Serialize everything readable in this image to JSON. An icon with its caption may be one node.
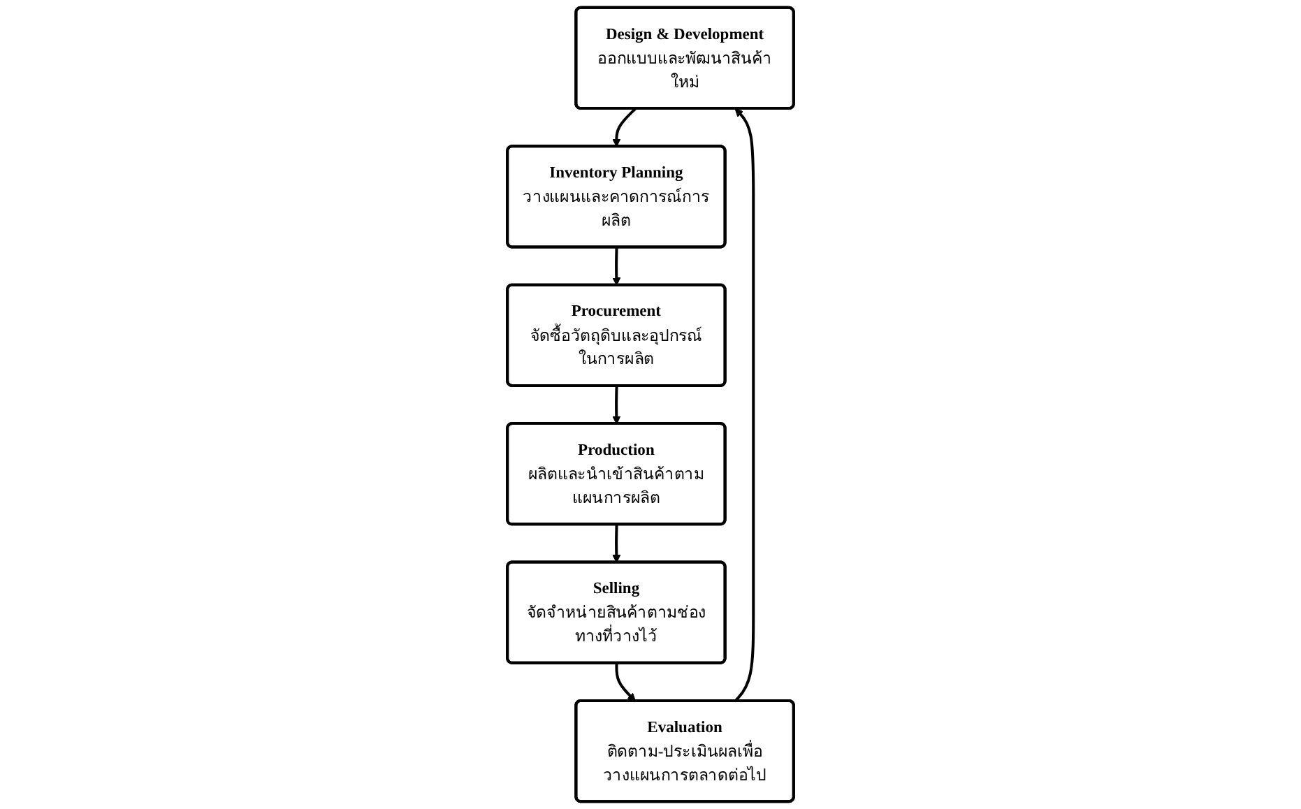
{
  "diagram": {
    "nodes": [
      {
        "text": [
          "Design & Development",
          "ออกแบบและพัฒนาสินค้าใหม่"
        ]
      },
      {
        "text": [
          "Inventory Planning",
          "วางแผนและคาดการณ์การผลิต"
        ]
      },
      {
        "text": [
          "Procurement",
          "จัดซื้อวัตถุดิบและอุปกรณ์ในการผลิต"
        ]
      },
      {
        "text": [
          "Production",
          "ผลิตและนำเข้าสินค้าตามแผนการผลิต"
        ]
      },
      {
        "text": [
          "Selling",
          "จัดจำหน่ายสินค้าตามช่องทางที่วางไว้"
        ]
      },
      {
        "text": [
          "Evaluation",
          "ติดตาม-ประเมินผลเพื่อวางแผนการตลาดต่อไป"
        ]
      }
    ],
    "edges": [
      {
        "from": 0,
        "to": 1,
        "arrow": "to"
      },
      {
        "from": 1,
        "to": 2,
        "arrow": "to"
      },
      {
        "from": 2,
        "to": 3,
        "arrow": "to"
      },
      {
        "from": 3,
        "to": 4,
        "arrow": "to"
      },
      {
        "from": 4,
        "to": 5,
        "arrow": "to"
      },
      {
        "from": 5,
        "to": 0,
        "arrow": "to"
      }
    ]
  }
}
